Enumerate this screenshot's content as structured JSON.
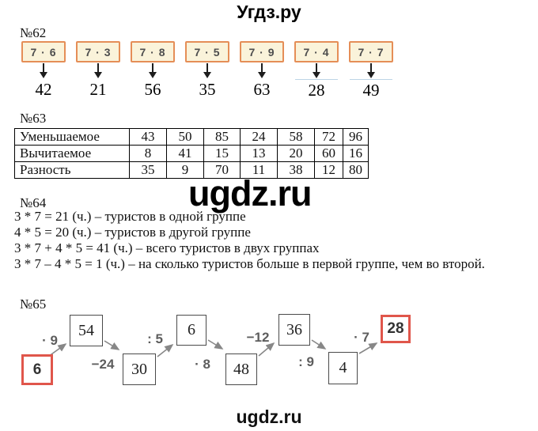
{
  "header": {
    "site_title": "Угдз.ру"
  },
  "watermark": {
    "text": "ugdz.ru"
  },
  "footer": {
    "site_url": "ugdz.ru"
  },
  "task62": {
    "label": "№62",
    "box_bg": "#faf3da",
    "box_border": "#e58e57",
    "items": [
      {
        "expr": "7 · 6",
        "answer": "42"
      },
      {
        "expr": "7 · 3",
        "answer": "21"
      },
      {
        "expr": "7 · 8",
        "answer": "56"
      },
      {
        "expr": "7 · 5",
        "answer": "35"
      },
      {
        "expr": "7 · 9",
        "answer": "63"
      },
      {
        "expr": "7 · 4",
        "answer": "28"
      },
      {
        "expr": "7 · 7",
        "answer": "49"
      }
    ]
  },
  "task63": {
    "label": "№63",
    "rows": [
      {
        "header": "Уменьшаемое",
        "values": [
          "43",
          "50",
          "85",
          "24",
          "58",
          "72",
          "96"
        ]
      },
      {
        "header": "Вычитаемое",
        "values": [
          "8",
          "41",
          "15",
          "13",
          "20",
          "60",
          "16"
        ]
      },
      {
        "header": "Разность",
        "values": [
          "35",
          "9",
          "70",
          "11",
          "38",
          "12",
          "80"
        ]
      }
    ]
  },
  "task64": {
    "label": "№64",
    "lines": [
      "3 * 7 = 21 (ч.) – туристов в одной группе",
      "4 * 5 = 20 (ч.) – туристов в другой группе",
      "3 * 7 + 4 * 5 = 41 (ч.) – всего туристов в двух группах",
      "3 * 7 – 4 * 5 = 1 (ч.) – на сколько туристов больше в первой группе, чем во второй."
    ]
  },
  "task65": {
    "label": "№65",
    "highlight_color": "#e0564b",
    "boxes": [
      "6",
      "54",
      "30",
      "6",
      "48",
      "36",
      "4",
      "28"
    ],
    "ops": [
      "· 9",
      "−24",
      ": 5",
      "· 8",
      "−12",
      ": 9",
      "· 7"
    ]
  }
}
